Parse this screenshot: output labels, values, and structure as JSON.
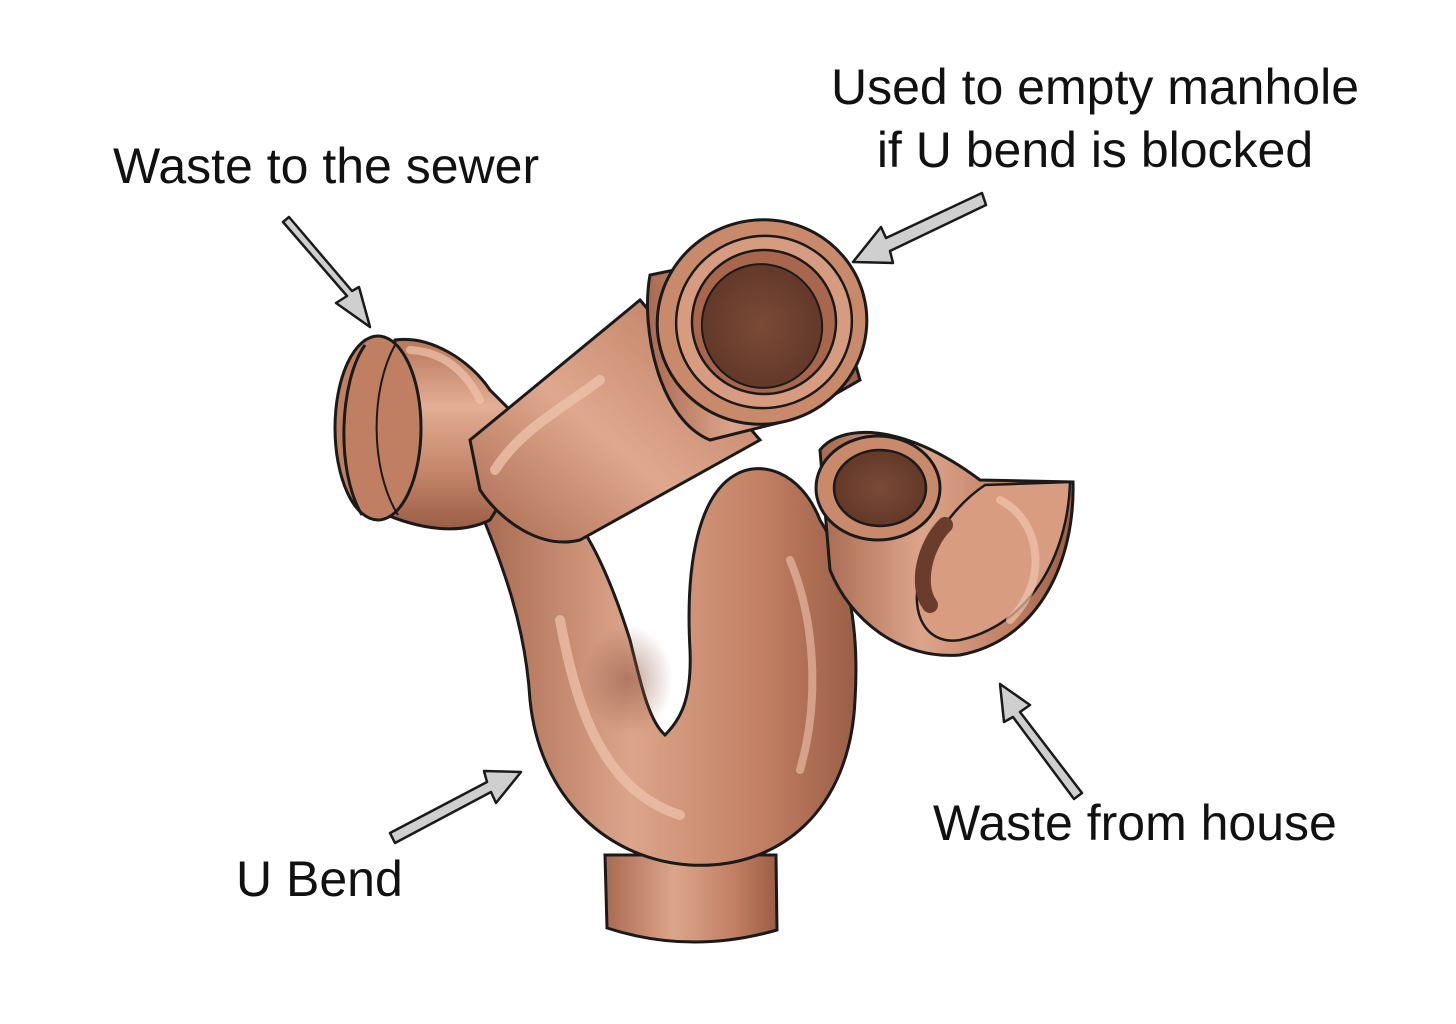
{
  "labels": {
    "waste_to_sewer": "Waste to the sewer",
    "manhole_line1": "Used to empty manhole",
    "manhole_line2": "if U bend is blocked",
    "waste_from_house": "Waste from house",
    "u_bend": "U Bend"
  },
  "colors": {
    "pipe_base": "#c98a6c",
    "pipe_light": "#e5b298",
    "pipe_dark": "#8d5440",
    "pipe_interior": "#7a4936",
    "outline": "#1a1a1a",
    "arrow_fill": "#cfcfcf",
    "text": "#111111",
    "background": "#ffffff"
  }
}
